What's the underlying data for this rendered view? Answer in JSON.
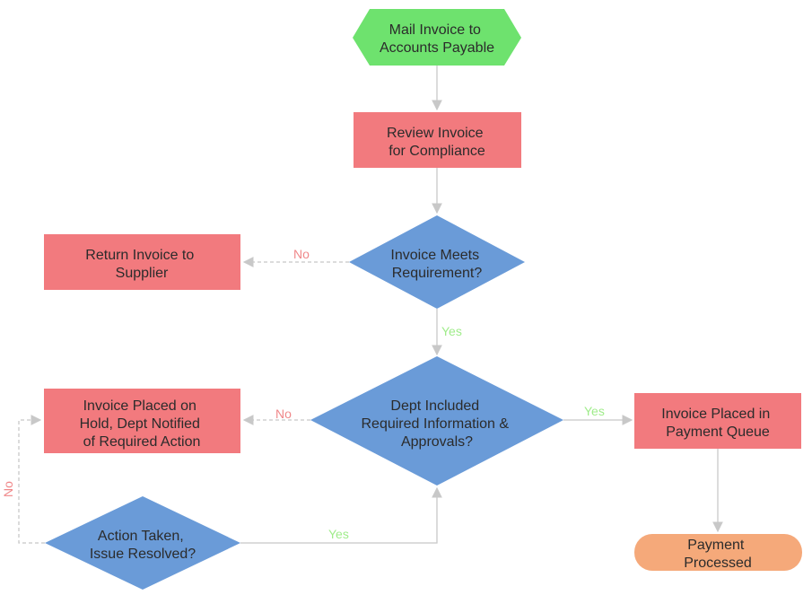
{
  "colors": {
    "start": "#6ee26e",
    "process": "#f27a7e",
    "decision": "#6a9bd8",
    "end": "#f5a97a",
    "connector": "#c8c8c8",
    "label_no": "#f0888a",
    "label_yes": "#9fec8a"
  },
  "nodes": {
    "mail_invoice": {
      "lines": [
        "Mail Invoice to",
        "Accounts Payable"
      ]
    },
    "review_invoice": {
      "lines": [
        "Review Invoice",
        "for Compliance"
      ]
    },
    "meets_requirement": {
      "lines": [
        "Invoice Meets",
        "Requirement?"
      ]
    },
    "return_invoice": {
      "lines": [
        "Return Invoice to",
        "Supplier"
      ]
    },
    "dept_included": {
      "lines": [
        "Dept Included",
        "Required Information &",
        "Approvals?"
      ]
    },
    "placed_on_hold": {
      "lines": [
        "Invoice Placed on",
        "Hold, Dept Notified",
        "of Required Action"
      ]
    },
    "placed_in_queue": {
      "lines": [
        "Invoice Placed in",
        "Payment Queue"
      ]
    },
    "action_taken": {
      "lines": [
        "Action Taken,",
        "Issue Resolved?"
      ]
    },
    "payment_processed": {
      "lines": [
        "Payment",
        "Processed"
      ]
    }
  },
  "edges": {
    "meets_no": "No",
    "meets_yes": "Yes",
    "dept_no": "No",
    "dept_yes": "Yes",
    "action_no": "No",
    "action_yes": "Yes"
  }
}
